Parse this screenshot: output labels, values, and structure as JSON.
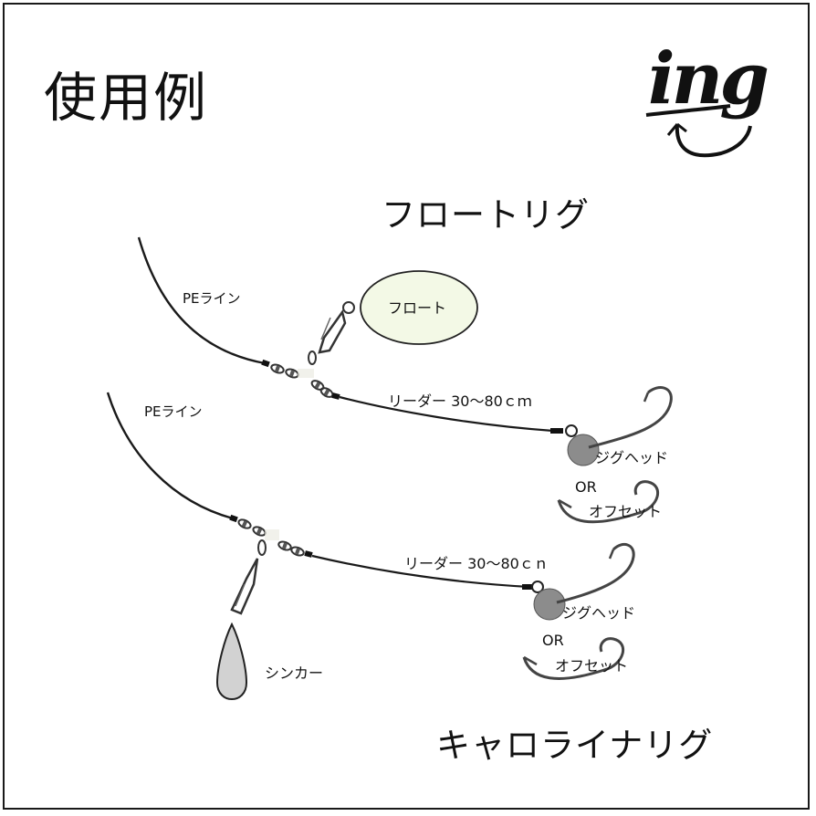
{
  "title": "使用例",
  "logo": "ing",
  "float_rig": {
    "title": "フロートリグ",
    "pe_line_label": "PEライン",
    "float_label": "フロート",
    "leader_label": "リーダー 30～80ｃｍ",
    "jighead_label": "ジグヘッド",
    "or_label": "OR",
    "offset_label": "オフセット"
  },
  "carolina_rig": {
    "title": "キャロライナリグ",
    "pe_line_label": "PEライン",
    "sinker_label": "シンカー",
    "leader_label": "リーダー 30～80ｃｎ",
    "jighead_label": "ジグヘッド",
    "or_label": "OR",
    "offset_label": "オフセット"
  },
  "colors": {
    "line": "#1a1a1a",
    "float_fill": "#f3f9e6",
    "jighead_fill": "#8c8c8c",
    "sinker_fill": "#d2d2d2",
    "hook_stroke": "#444444"
  },
  "icons": [
    "swivel-icon",
    "snap-icon",
    "jighead-icon",
    "offset-hook-icon",
    "sinker-icon",
    "float-icon"
  ]
}
